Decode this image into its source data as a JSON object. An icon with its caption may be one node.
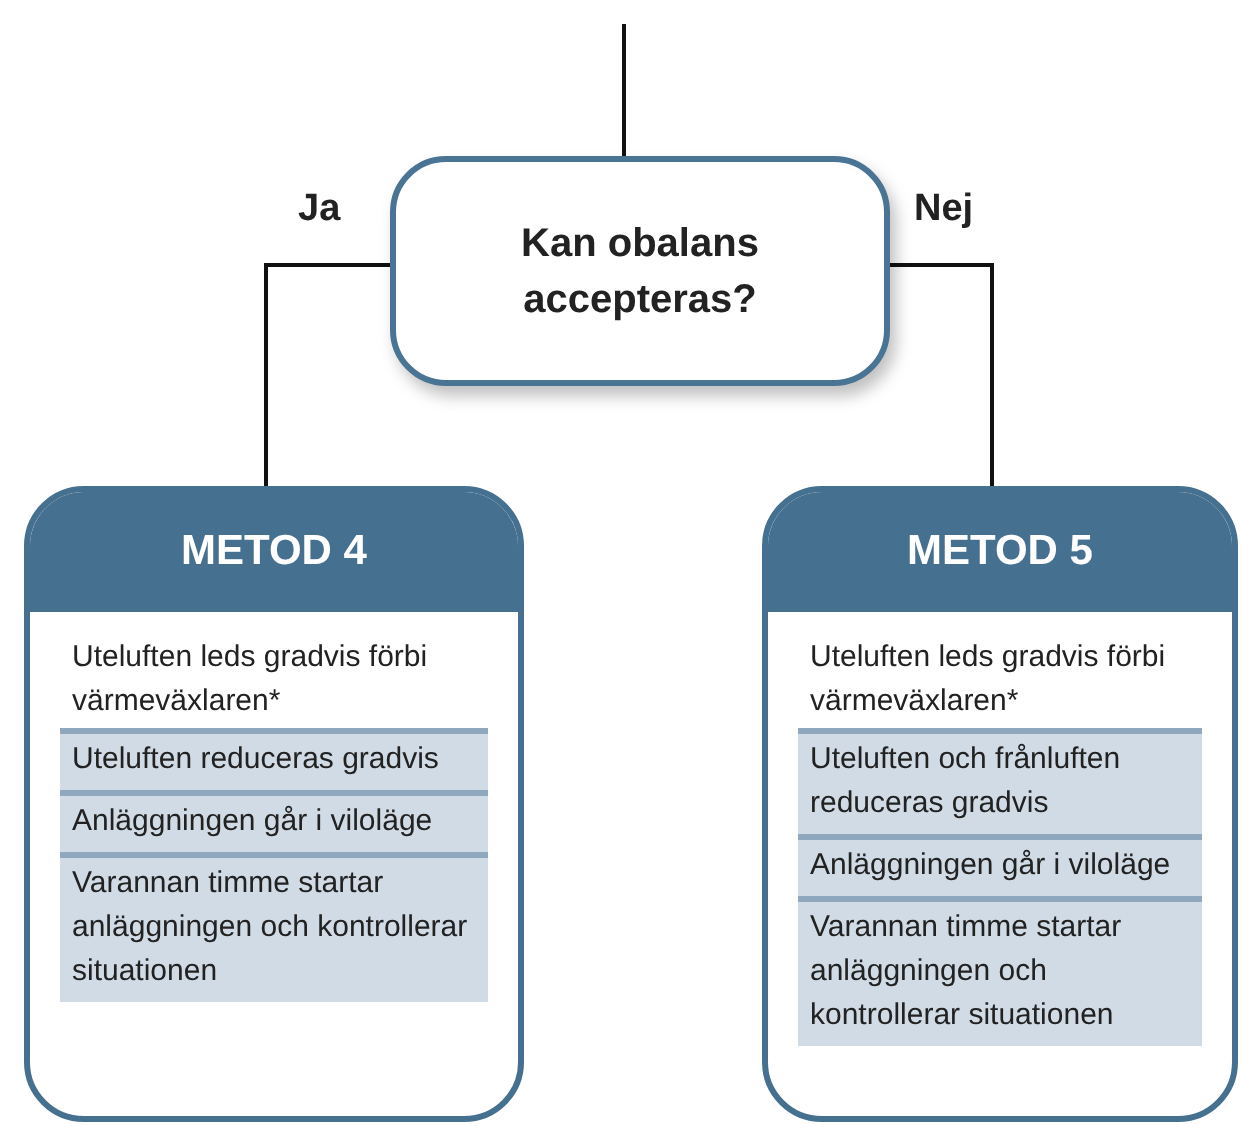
{
  "diagram": {
    "nodes": [
      {
        "text": [
          "Kan obalans accepteras?"
        ]
      },
      {
        "text": [
          "METOD 4"
        ]
      },
      {
        "text": [
          "Uteluften leds gradvis förbi värmeväxlaren*"
        ],
        "in": 1
      },
      {
        "text": [
          "Uteluften reduceras gradvis"
        ],
        "in": 1
      },
      {
        "text": [
          "Anläggningen går i viloläge"
        ],
        "in": 1
      },
      {
        "text": [
          "Varannan timme startar anläggningen och kontrollerar situationen"
        ],
        "in": 1
      },
      {
        "text": [
          "METOD 5"
        ]
      },
      {
        "text": [
          "Uteluften leds gradvis förbi värmeväxlaren*"
        ],
        "in": 6
      },
      {
        "text": [
          "Uteluften och frånluften reduceras gradvis"
        ],
        "in": 6
      },
      {
        "text": [
          "Anläggningen går i viloläge"
        ],
        "in": 6
      },
      {
        "text": [
          "Varannan timme startar anläggningen och kontrollerar situationen"
        ],
        "in": 6
      }
    ],
    "edges": [
      {
        "from": null,
        "to": 0,
        "arrow": "none"
      },
      {
        "from": 0,
        "to": 1,
        "arrow": "none",
        "label": "Ja"
      },
      {
        "from": 0,
        "to": 6,
        "arrow": "none",
        "label": "Nej"
      }
    ]
  }
}
